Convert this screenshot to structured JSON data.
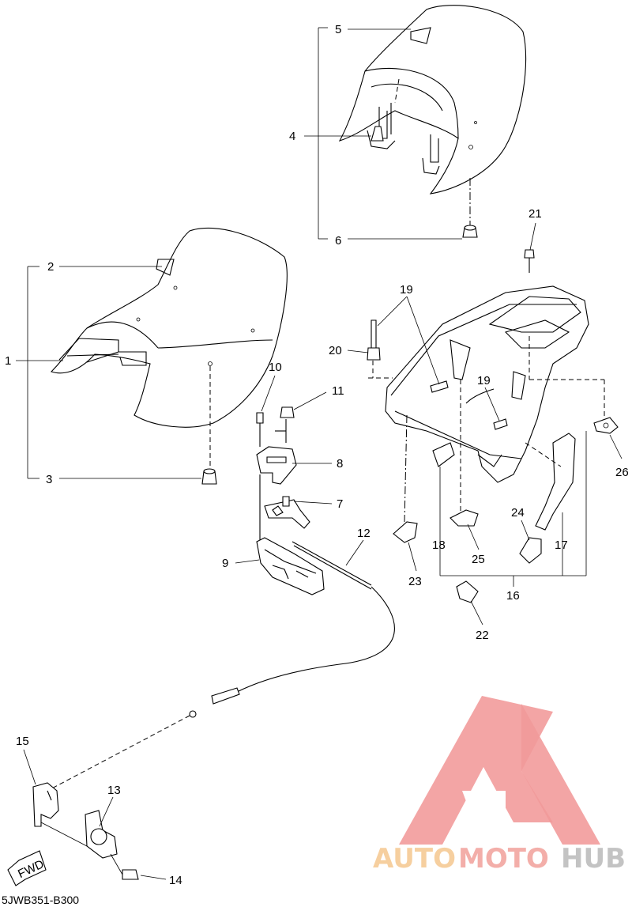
{
  "diagram": {
    "code": "5JWB351-B300",
    "fwd_label": "FWD",
    "watermark": {
      "word_a": "AUTO",
      "word_b": "MOTO",
      "word_c": "HUB"
    },
    "callouts": [
      "1",
      "2",
      "3",
      "4",
      "5",
      "6",
      "7",
      "8",
      "9",
      "10",
      "11",
      "12",
      "13",
      "14",
      "15",
      "16",
      "17",
      "18",
      "19",
      "19",
      "20",
      "21",
      "22",
      "23",
      "24",
      "25",
      "26"
    ]
  }
}
